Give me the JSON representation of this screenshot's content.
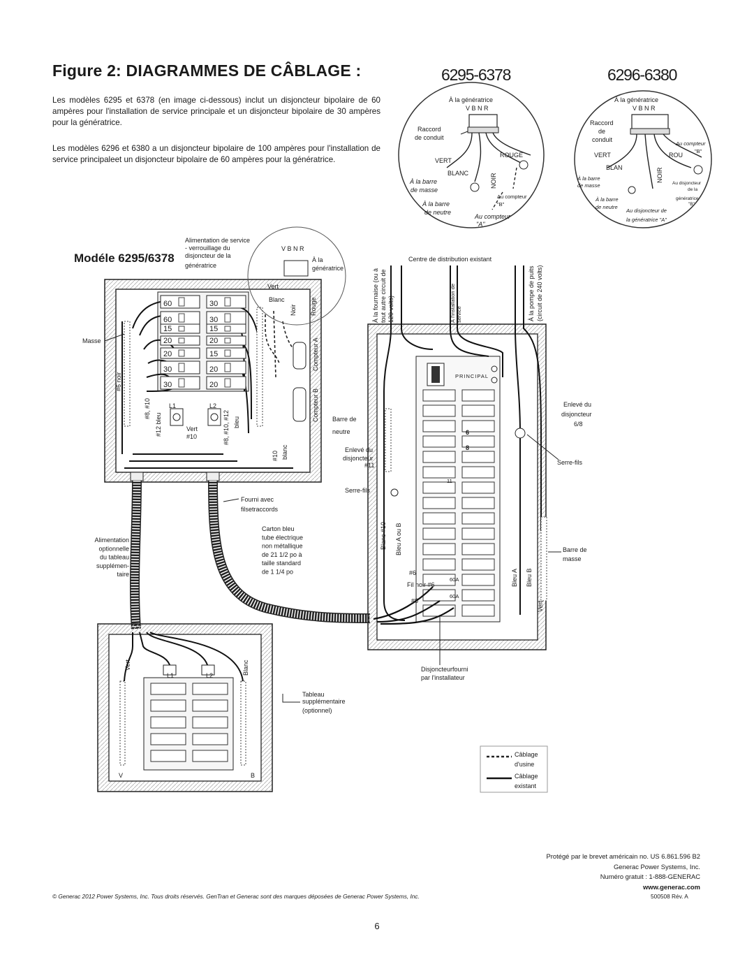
{
  "title": "Figure 2: DIAGRAMMES DE CÂBLAGE :",
  "intro": [
    "Les modèles 6295 et 6378 (en image ci-dessous) inclut un disjoncteur bipolaire de 60 ampères pour l'installation de service principale et un disjoncteur bipolaire de 30 ampères pour la génératrice.",
    "Les modèles 6296 et 6380 a un disjoncteur bipolaire de 100 ampères pour l'installation de service principaleet un disjoncteur bipolaire de 60 ampères pour la génératrice."
  ],
  "model_codes": [
    "6295-6378",
    "6296-6380"
  ],
  "model_heading": "Modéle 6295/6378",
  "detail_left": {
    "generator": "À la génératrice",
    "vbnr": "V B N R",
    "conduit_1": "Raccord",
    "conduit_2": "de conduit",
    "vert": "VERT",
    "rouge": "ROUGE",
    "blanc": "BLANC",
    "noir": "NOIR",
    "ground_1": "À la barre",
    "ground_2": "de masse",
    "neutral_1": "À la barre",
    "neutral_2": "de neutre",
    "meter_b_1": "Au compteur",
    "meter_b_2": "\"B\"",
    "meter_a_1": "Au compteur",
    "meter_a_2": "\"A\""
  },
  "detail_right": {
    "generator": "À la génératrice",
    "vbnr": "V B N R",
    "conduit_1": "Raccord",
    "conduit_2": "de",
    "conduit_3": "conduit",
    "vert": "VERT",
    "rou": "ROU",
    "blan": "BLAN",
    "noir": "NOIR",
    "meter_b_1": "Au compteur",
    "meter_b_2": "\"B\"",
    "ground_1": "À la barre",
    "ground_2": "de masse",
    "gen_breaker_b_1": "Au disjoncteur",
    "gen_breaker_b_2": "de la",
    "gen_breaker_b_3": "génératrice",
    "gen_breaker_b_4": "\"B\"",
    "neutral_1": "À la barre",
    "neutral_2": "de neutre",
    "gen_breaker_a_1": "Au disjoncteur de",
    "gen_breaker_a_2": "la génératrice \"A\""
  },
  "main_diagram": {
    "service_1": "Alimentation de service",
    "service_2": "- verrouillage du",
    "service_3": "disjoncteur de la",
    "service_4": "génératrice",
    "vbnr": "V B N R",
    "gen_1": "À la",
    "gen_2": "génératrice",
    "furnace_1": "À la fournaise (ou à",
    "furnace_2": "tout autre circuit de",
    "furnace_3": "120 volts)",
    "existing_center": "Centre de distribution existant",
    "install_1": "À l'installation de",
    "install_2": "service",
    "pump_1": "À la pompe de puits",
    "pump_2": "(circuit de 240 volts)",
    "vert": "Vert",
    "blanc": "Blanc",
    "noir": "Noir",
    "rouge": "Rouge",
    "masse": "Masse",
    "compteur_a": "Compteur A",
    "compteur_b": "Compteur B",
    "noir6": "#6 noir",
    "w8_10": "#8, #10",
    "w12_bleu": "#12 bleu",
    "l1": "L1",
    "l2": "L2",
    "vert_1": "Vert",
    "vert_2": "#10",
    "w8_10_12": "#8, #10, #12",
    "bleu": "bleu",
    "blanc10": "#10",
    "blanc_label": "blanc",
    "breakers": [
      "60",
      "30",
      "60",
      "30",
      "15",
      "15",
      "20",
      "20",
      "20",
      "15",
      "30",
      "20",
      "30",
      "20"
    ],
    "principal": "PRINCIPAL",
    "neutral_bar_1": "Barre de",
    "neutral_bar_2": "neutre",
    "removed11_1": "Enlevé du",
    "removed11_2": "disjoncteur",
    "removed11_3": "#11",
    "serre_1": "Serre-fils",
    "removed68_1": "Enlevé du",
    "removed68_2": "disjoncteur",
    "removed68_3": "6/8",
    "serre_2": "Serre-fils",
    "slot_6": "6",
    "slot_8": "8",
    "slot_11": "11",
    "fourni_1": "Fourni avec",
    "fourni_2": "filsetraccords",
    "carton": [
      "Carton bleu",
      "tube électrique",
      "non métallique",
      "de 21 1/2 po à",
      "taille standard",
      "de 1 1/4 po"
    ],
    "optional_feed": [
      "Alimentation",
      "optionnelle",
      "du tableau",
      "supplémen-",
      "taire"
    ],
    "blanc10_b": "Blanc #10",
    "bleu_ab": "Bleu A ou B",
    "h6a": "#6",
    "fil_noir": "Fil noir #6",
    "h6b": "#6",
    "a60_1": "60A",
    "a60_2": "60A",
    "bleu_a": "Bleu A",
    "bleu_b": "Bleu B",
    "vert_main": "Vert",
    "ground_bar_1": "Barre de",
    "ground_bar_2": "masse",
    "installer_1": "Disjoncteurfourni",
    "installer_2": "par l'installateur",
    "sub_vert": "Vert",
    "sub_blanc": "Blanc",
    "sub_l1": "L1",
    "sub_l2": "L2",
    "sub_v": "V",
    "sub_b": "B",
    "sub_panel_1": "Tableau",
    "sub_panel_2": "supplémentaire",
    "sub_panel_3": "(optionnel)"
  },
  "legend": {
    "factory_1": "Câblage",
    "factory_2": "d'usine",
    "existing_1": "Câblage",
    "existing_2": "existant"
  },
  "footer": {
    "patent": "Protégé par le brevet américain no. US 6.861.596 B2",
    "company": "Generac Power Systems, Inc.",
    "phone": "Numéro gratuit : 1-888-GENERAC",
    "website": "www.generac.com",
    "copyright": "© Generac 2012 Power Systems, Inc. Tous droits réservés.  GenTran et Generac sont des marques déposées de Generac Power Systems, Inc.",
    "revision": "500508 Rév. A"
  },
  "page_number": "6"
}
